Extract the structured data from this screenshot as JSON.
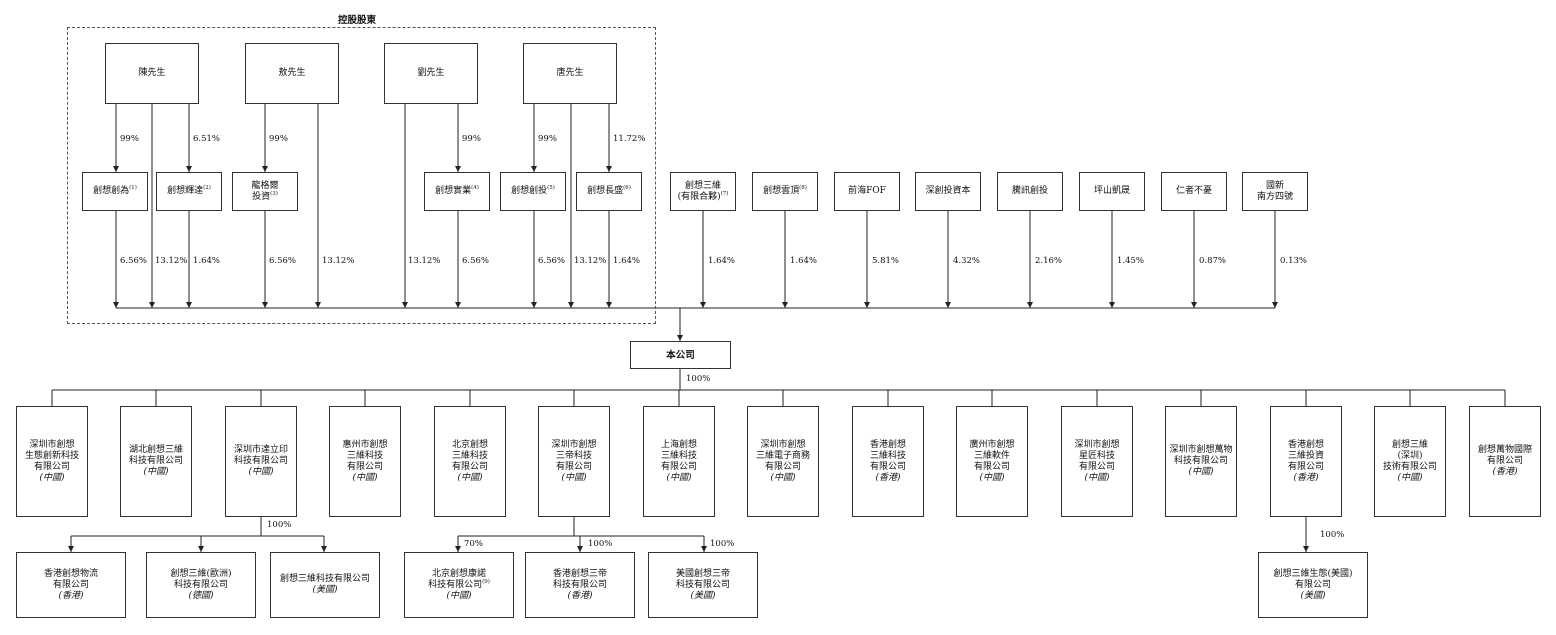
{
  "group_title": "控股股東",
  "company": {
    "name": "本公司"
  },
  "founders": [
    {
      "id": "chen",
      "name": "陳先生"
    },
    {
      "id": "zhao",
      "name": "敖先生"
    },
    {
      "id": "liu",
      "name": "劉先生"
    },
    {
      "id": "tang",
      "name": "唐先生"
    }
  ],
  "holding_entities": [
    {
      "id": "e1",
      "lines": [
        "創想創為"
      ],
      "note": "(1)",
      "from": "chen",
      "from_pct": "99%",
      "to_company_pct": "6.56%"
    },
    {
      "id": "e2",
      "lines": [
        "創想輝達"
      ],
      "note": "(2)",
      "from": "chen",
      "from_pct": "6.51%",
      "to_company_pct": "1.64%"
    },
    {
      "id": "e3",
      "lines": [
        "龍格爾",
        "投資"
      ],
      "note": "(3)",
      "from": "zhao",
      "from_pct": "99%",
      "to_company_pct": "6.56%"
    },
    {
      "id": "e4",
      "lines": [
        "創想實業"
      ],
      "note": "(4)",
      "from": "liu",
      "from_pct": "99%",
      "to_company_pct": "6.56%"
    },
    {
      "id": "e5",
      "lines": [
        "創想創投"
      ],
      "note": "(5)",
      "from": "tang",
      "from_pct": "99%",
      "to_company_pct": "6.56%"
    },
    {
      "id": "e6",
      "lines": [
        "創想長盛"
      ],
      "note": "(6)",
      "from": "tang",
      "from_pct": "11.72%",
      "to_company_pct": "1.64%"
    }
  ],
  "founder_direct_pcts": {
    "chen": "13.12%",
    "zhao": "13.12%",
    "liu": "13.12%",
    "tang": "13.12%"
  },
  "other_shareholders": [
    {
      "id": "o1",
      "lines": [
        "創想三維",
        "(有限合夥)"
      ],
      "note": "(7)",
      "pct": "1.64%"
    },
    {
      "id": "o2",
      "lines": [
        "創想雲頂"
      ],
      "note": "(8)",
      "pct": "1.64%"
    },
    {
      "id": "o3",
      "lines": [
        "前海FOF"
      ],
      "note": "",
      "pct": "5.81%"
    },
    {
      "id": "o4",
      "lines": [
        "深創投資本"
      ],
      "note": "",
      "pct": "4.32%"
    },
    {
      "id": "o5",
      "lines": [
        "騰訊創投"
      ],
      "note": "",
      "pct": "2.16%"
    },
    {
      "id": "o6",
      "lines": [
        "坪山凱晟"
      ],
      "note": "",
      "pct": "1.45%"
    },
    {
      "id": "o7",
      "lines": [
        "仁者不憂"
      ],
      "note": "",
      "pct": "0.87%"
    },
    {
      "id": "o8",
      "lines": [
        "國新",
        "南方四號"
      ],
      "note": "",
      "pct": "0.13%"
    }
  ],
  "subsidiaries_pct": "100%",
  "subsidiaries": [
    {
      "id": "s1",
      "lines": [
        "深圳市創想",
        "生態創新科技",
        "有限公司"
      ],
      "region": "(中國)"
    },
    {
      "id": "s2",
      "lines": [
        "湖北創想三維",
        "科技有限公司"
      ],
      "region": "(中國)"
    },
    {
      "id": "s3",
      "lines": [
        "深圳市達立印",
        "科技有限公司"
      ],
      "region": "(中國)"
    },
    {
      "id": "s4",
      "lines": [
        "惠州市創想",
        "三維科技",
        "有限公司"
      ],
      "region": "(中國)"
    },
    {
      "id": "s5",
      "lines": [
        "北京創想",
        "三維科技",
        "有限公司"
      ],
      "region": "(中國)"
    },
    {
      "id": "s6",
      "lines": [
        "深圳市創想",
        "三帝科技",
        "有限公司"
      ],
      "region": "(中國)"
    },
    {
      "id": "s7",
      "lines": [
        "上海創想",
        "三維科技",
        "有限公司"
      ],
      "region": "(中國)"
    },
    {
      "id": "s8",
      "lines": [
        "深圳市創想",
        "三維電子商務",
        "有限公司"
      ],
      "region": "(中國)"
    },
    {
      "id": "s9",
      "lines": [
        "香港創想",
        "三維科技",
        "有限公司"
      ],
      "region": "(香港)"
    },
    {
      "id": "s10",
      "lines": [
        "廣州市創想",
        "三維軟件",
        "有限公司"
      ],
      "region": "(中國)"
    },
    {
      "id": "s11",
      "lines": [
        "深圳市創想",
        "星匠科技",
        "有限公司"
      ],
      "region": "(中國)"
    },
    {
      "id": "s12",
      "lines": [
        "深圳市創想萬物",
        "科技有限公司"
      ],
      "region": "(中國)"
    },
    {
      "id": "s13",
      "lines": [
        "香港創想",
        "三維投資",
        "有限公司"
      ],
      "region": "(香港)"
    },
    {
      "id": "s14",
      "lines": [
        "創想三維",
        "(深圳)",
        "技術有限公司"
      ],
      "region": "(中國)"
    },
    {
      "id": "s15",
      "lines": [
        "創想萬物國際",
        "有限公司"
      ],
      "region": "(香港)"
    }
  ],
  "sub_subsidiaries": [
    {
      "id": "t1",
      "parent": "s3",
      "pct": "",
      "lines": [
        "香港創想物流",
        "有限公司"
      ],
      "region": "(香港)",
      "note": ""
    },
    {
      "id": "t2",
      "parent": "s3",
      "pct": "",
      "lines": [
        "創想三維(歐洲)",
        "科技有限公司"
      ],
      "region": "(德國)",
      "note": ""
    },
    {
      "id": "t3",
      "parent": "s3",
      "pct": "",
      "lines": [
        "創想三維科技有限公司"
      ],
      "region": "(美國)",
      "note": ""
    },
    {
      "id": "t4",
      "parent": "s6",
      "pct": "70%",
      "lines": [
        "北京創想康諾",
        "科技有限公司"
      ],
      "region": "(中國)",
      "note": "(9)"
    },
    {
      "id": "t5",
      "parent": "s6",
      "pct": "100%",
      "lines": [
        "香港創想三帝",
        "科技有限公司"
      ],
      "region": "(香港)",
      "note": ""
    },
    {
      "id": "t6",
      "parent": "s6",
      "pct": "100%",
      "lines": [
        "美國創想三帝",
        "科技有限公司"
      ],
      "region": "(美國)",
      "note": ""
    },
    {
      "id": "t7",
      "parent": "s13",
      "pct": "",
      "lines": [
        "創想三維生態(美國)",
        "有限公司"
      ],
      "region": "(美國)",
      "note": ""
    }
  ],
  "group_pcts": {
    "s3": "100%",
    "s13": "100%"
  }
}
